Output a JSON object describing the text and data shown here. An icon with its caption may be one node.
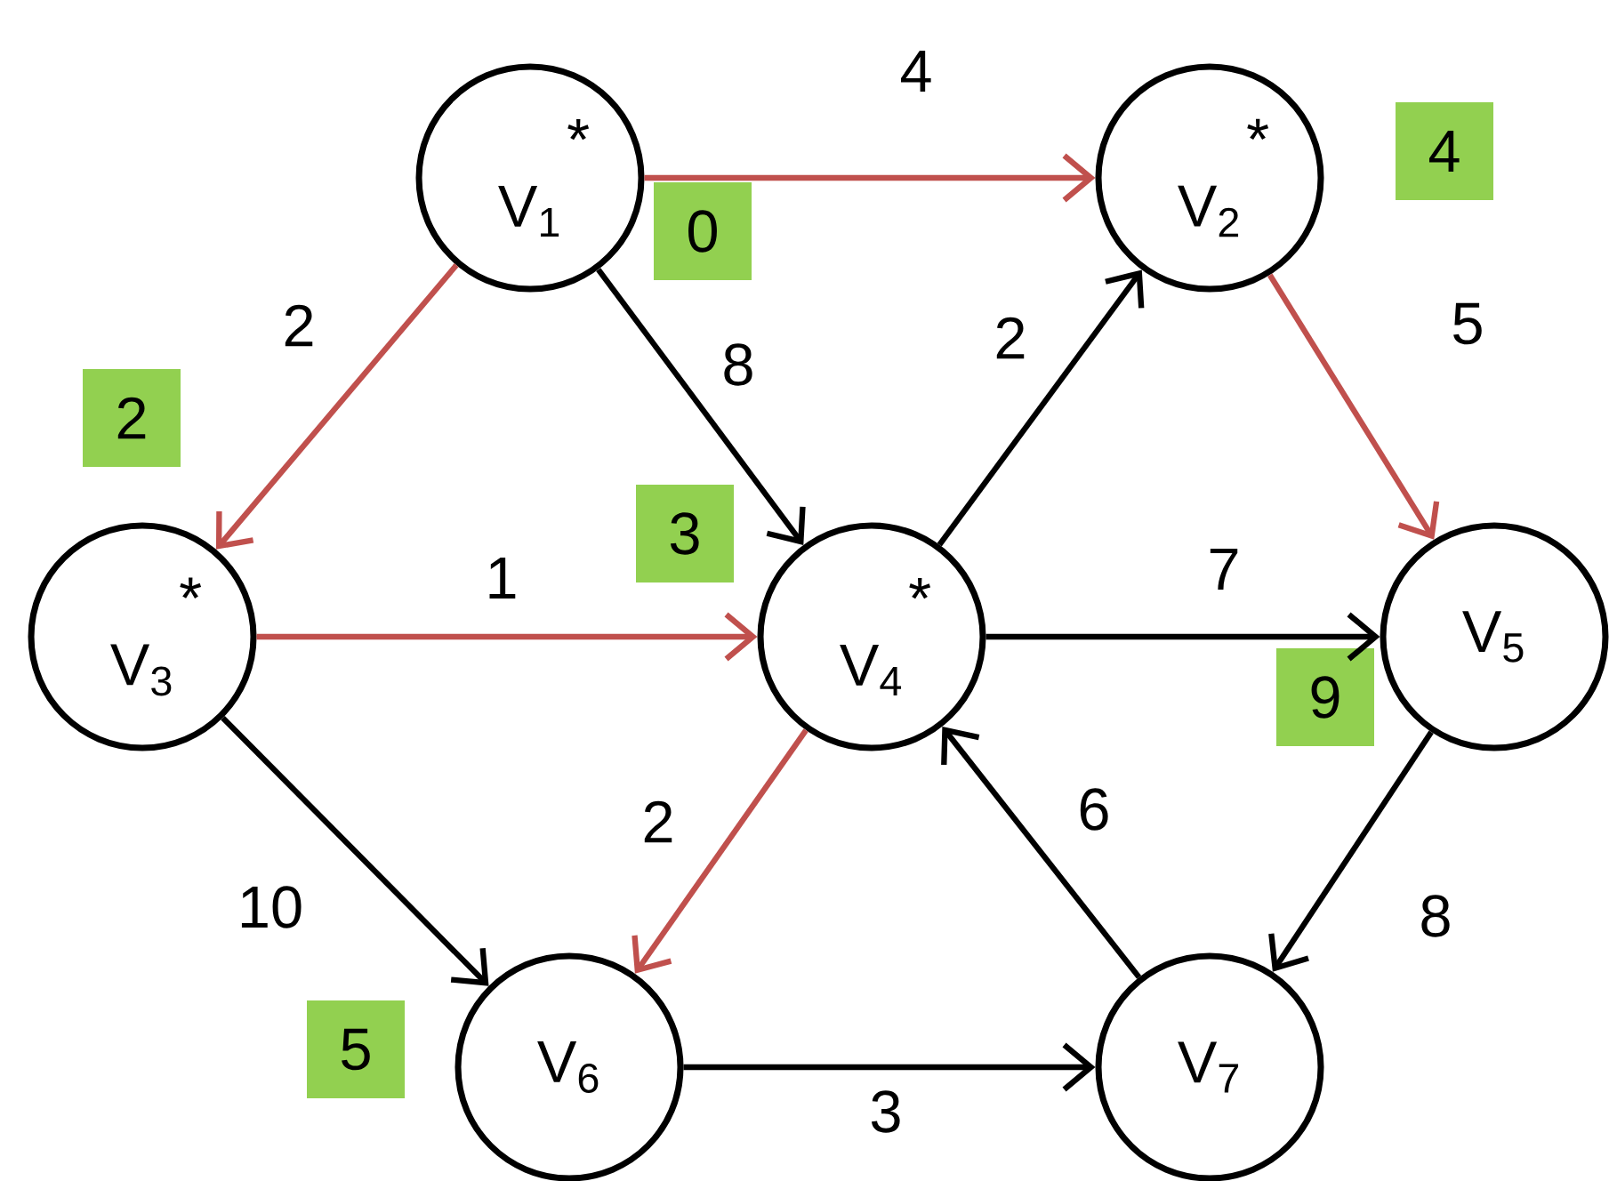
{
  "diagram": {
    "nodes": [
      {
        "text": [
          "V$_{1}$",
          "*"
        ]
      },
      {
        "text": [
          "V$_{2}$",
          "*"
        ]
      },
      {
        "text": [
          "V$_{3}$",
          "*"
        ]
      },
      {
        "text": [
          "V$_{4}$",
          "*"
        ]
      },
      {
        "text": [
          "V$_{5}$"
        ]
      },
      {
        "text": [
          "V$_{6}$"
        ]
      },
      {
        "text": [
          "V$_{7}$"
        ]
      },
      {
        "text": [
          "0"
        ]
      },
      {
        "text": [
          "4"
        ]
      },
      {
        "text": [
          "2"
        ]
      },
      {
        "text": [
          "3"
        ]
      },
      {
        "text": [
          "9"
        ]
      },
      {
        "text": [
          "5"
        ]
      }
    ],
    "edges": [
      {
        "from": 0,
        "to": 1,
        "arrow": "to",
        "label": "4",
        "color": "#c0504d"
      },
      {
        "from": 0,
        "to": 2,
        "arrow": "to",
        "label": "2",
        "color": "#c0504d"
      },
      {
        "from": 0,
        "to": 3,
        "arrow": "to",
        "label": "8"
      },
      {
        "from": 3,
        "to": 1,
        "arrow": "to",
        "label": "2"
      },
      {
        "from": 1,
        "to": 4,
        "arrow": "to",
        "label": "5",
        "color": "#c0504d"
      },
      {
        "from": 2,
        "to": 3,
        "arrow": "to",
        "label": "1",
        "color": "#c0504d"
      },
      {
        "from": 3,
        "to": 4,
        "arrow": "to",
        "label": "7"
      },
      {
        "from": 2,
        "to": 5,
        "arrow": "to",
        "label": "10"
      },
      {
        "from": 3,
        "to": 5,
        "arrow": "to",
        "label": "2",
        "color": "#c0504d"
      },
      {
        "from": 6,
        "to": 3,
        "arrow": "to",
        "label": "6"
      },
      {
        "from": 4,
        "to": 6,
        "arrow": "to",
        "label": "8"
      },
      {
        "from": 5,
        "to": 6,
        "arrow": "to",
        "label": "3"
      }
    ]
  }
}
